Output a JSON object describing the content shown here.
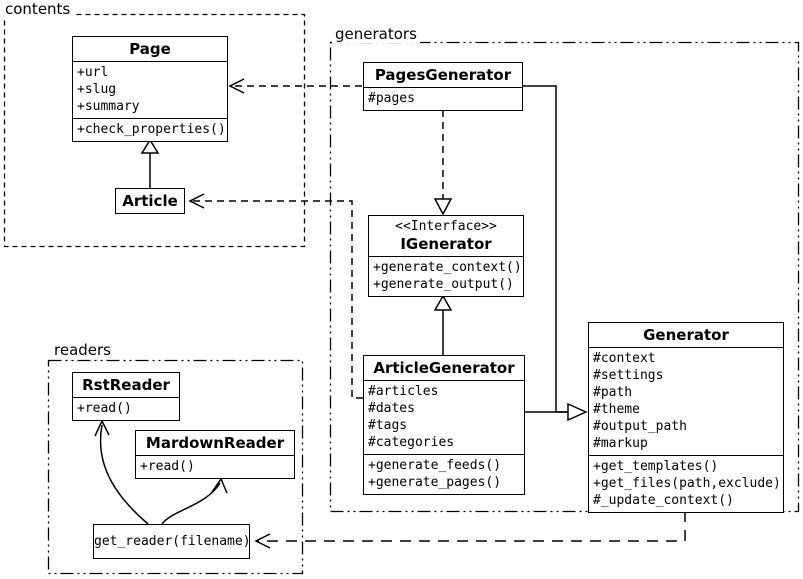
{
  "packages": {
    "contents": {
      "label": "contents",
      "classes": {
        "page": {
          "name": "Page",
          "attributes": [
            "+url",
            "+slug",
            "+summary"
          ],
          "methods": [
            "+check_properties()"
          ]
        },
        "article": {
          "name": "Article"
        }
      }
    },
    "generators": {
      "label": "generators",
      "classes": {
        "pages_generator": {
          "name": "PagesGenerator",
          "attributes": [
            "#pages"
          ]
        },
        "igenerator": {
          "stereotype": "<<Interface>>",
          "name": "IGenerator",
          "methods": [
            "+generate_context()",
            "+generate_output()"
          ]
        },
        "article_generator": {
          "name": "ArticleGenerator",
          "attributes": [
            "#articles",
            "#dates",
            "#tags",
            "#categories"
          ],
          "methods": [
            "+generate_feeds()",
            "+generate_pages()"
          ]
        },
        "generator": {
          "name": "Generator",
          "attributes": [
            "#context",
            "#settings",
            "#path",
            "#theme",
            "#output_path",
            "#markup"
          ],
          "methods": [
            "+get_templates()",
            "+get_files(path,exclude)",
            "#_update_context()"
          ]
        }
      }
    },
    "readers": {
      "label": "readers",
      "classes": {
        "rst_reader": {
          "name": "RstReader",
          "methods": [
            "+read()"
          ]
        },
        "markdown_reader": {
          "name": "MardownReader",
          "methods": [
            "+read()"
          ]
        },
        "get_reader": {
          "name": "get_reader(filename)"
        }
      }
    }
  },
  "relationships": [
    {
      "from": "Article",
      "to": "Page",
      "type": "generalization"
    },
    {
      "from": "PagesGenerator",
      "to": "Page",
      "type": "dependency"
    },
    {
      "from": "ArticleGenerator",
      "to": "Article",
      "type": "dependency"
    },
    {
      "from": "PagesGenerator",
      "to": "IGenerator",
      "type": "realization"
    },
    {
      "from": "ArticleGenerator",
      "to": "IGenerator",
      "type": "generalization"
    },
    {
      "from": "PagesGenerator",
      "to": "Generator",
      "type": "generalization"
    },
    {
      "from": "ArticleGenerator",
      "to": "Generator",
      "type": "generalization"
    },
    {
      "from": "Generator",
      "to": "get_reader(filename)",
      "type": "dependency"
    },
    {
      "from": "get_reader(filename)",
      "to": "RstReader",
      "type": "association"
    },
    {
      "from": "get_reader(filename)",
      "to": "MardownReader",
      "type": "association"
    }
  ]
}
